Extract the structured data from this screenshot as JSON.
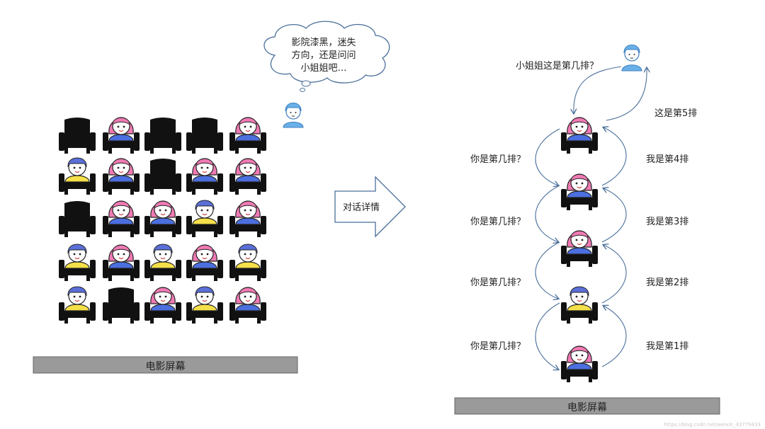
{
  "thought_bubble": {
    "line1": "影院漆黑，迷失",
    "line2": "方向，还是问问",
    "line3": "小姐姐吧…"
  },
  "big_arrow_label": "对话详情",
  "screen_label_left": "电影屏幕",
  "screen_label_right": "电影屏幕",
  "question_top": "小姐姐这是第几排？",
  "answers": [
    {
      "name": "answer-row-5",
      "text": "这是第5排"
    },
    {
      "name": "answer-row-4",
      "text": "我是第4排"
    },
    {
      "name": "answer-row-3",
      "text": "我是第3排"
    },
    {
      "name": "answer-row-2",
      "text": "我是第2排"
    },
    {
      "name": "answer-row-1",
      "text": "我是第1排"
    }
  ],
  "questions": [
    {
      "name": "question-1",
      "text": "你是第几排？"
    },
    {
      "name": "question-2",
      "text": "你是第几排？"
    },
    {
      "name": "question-3",
      "text": "你是第几排？"
    },
    {
      "name": "question-4",
      "text": "你是第几排？"
    }
  ],
  "seat_grid": [
    [
      "empty",
      "girl",
      "empty",
      "empty",
      "girl"
    ],
    [
      "boy",
      "girl",
      "empty",
      "girl",
      "girl"
    ],
    [
      "empty",
      "girl",
      "girl",
      "boy",
      "girl"
    ],
    [
      "boy",
      "girl",
      "boy",
      "girl",
      "boy"
    ],
    [
      "boy",
      "empty",
      "girl",
      "boy",
      "girl"
    ]
  ],
  "chain_seats": [
    "girl",
    "girl",
    "girl",
    "boy",
    "girl"
  ],
  "watermark": "https://blog.csdn.net/weixin_43779433",
  "colors": {
    "arrow": "#4a6f9a",
    "screen_bar": "#9a9a9a",
    "seat": "#111111",
    "girl_hair": "#f07ab4",
    "boy_hair": "#5b6fd8",
    "shirt_blue": "#4c6fe0",
    "shirt_yellow": "#f6e04a",
    "person_blue": "#6ab0e8"
  }
}
